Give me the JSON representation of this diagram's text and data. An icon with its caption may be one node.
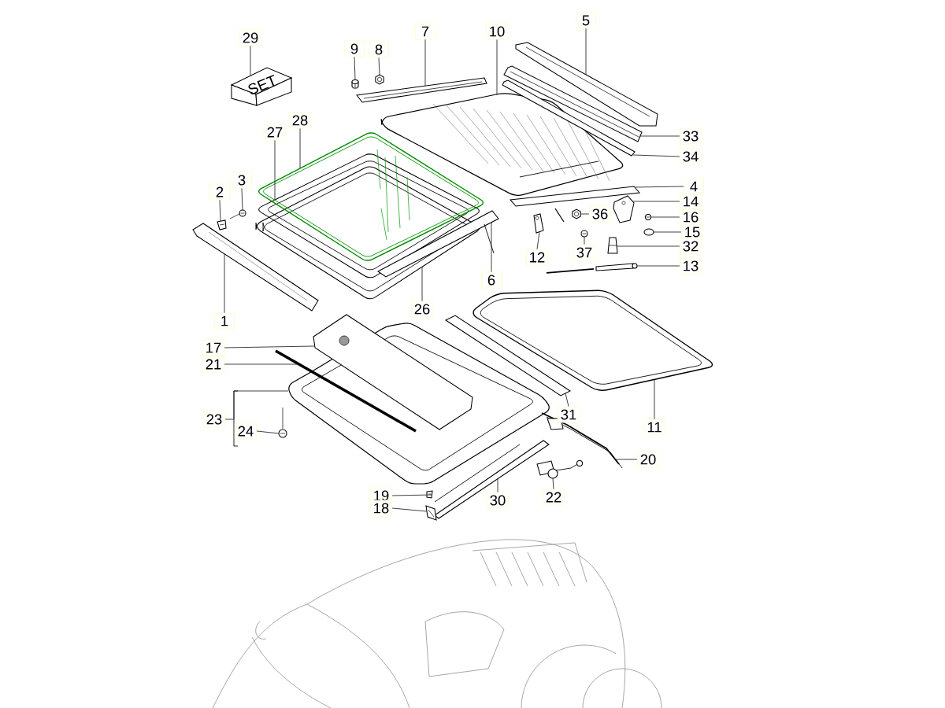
{
  "diagram": {
    "nodes": [
      {
        "text": [
          "29"
        ]
      },
      {
        "text": [
          "9"
        ]
      },
      {
        "text": [
          "8"
        ]
      },
      {
        "text": [
          "7"
        ]
      },
      {
        "text": [
          "10"
        ]
      },
      {
        "text": [
          "5"
        ]
      },
      {
        "text": [
          "27"
        ]
      },
      {
        "text": [
          "28"
        ]
      },
      {
        "text": [
          "33"
        ]
      },
      {
        "text": [
          "34"
        ]
      },
      {
        "text": [
          "3"
        ]
      },
      {
        "text": [
          "2"
        ]
      },
      {
        "text": [
          "4"
        ]
      },
      {
        "text": [
          "14"
        ]
      },
      {
        "text": [
          "36"
        ]
      },
      {
        "text": [
          "16"
        ]
      },
      {
        "text": [
          "15"
        ]
      },
      {
        "text": [
          "12"
        ]
      },
      {
        "text": [
          "37"
        ]
      },
      {
        "text": [
          "32"
        ]
      },
      {
        "text": [
          "6"
        ]
      },
      {
        "text": [
          "13"
        ]
      },
      {
        "text": [
          "26"
        ]
      },
      {
        "text": [
          "1"
        ]
      },
      {
        "text": [
          "17"
        ]
      },
      {
        "text": [
          "21"
        ]
      },
      {
        "text": [
          "23"
        ]
      },
      {
        "text": [
          "24"
        ]
      },
      {
        "text": [
          "31"
        ]
      },
      {
        "text": [
          "11"
        ]
      },
      {
        "text": [
          "20"
        ]
      },
      {
        "text": [
          "30"
        ]
      },
      {
        "text": [
          "22"
        ]
      },
      {
        "text": [
          "19"
        ]
      },
      {
        "text": [
          "18"
        ]
      },
      {
        "text": [],
        "shape": "picture"
      },
      {
        "text": [],
        "shape": "picture"
      },
      {
        "text": [],
        "shape": "picture"
      },
      {
        "text": [],
        "shape": "picture"
      },
      {
        "text": [],
        "shape": "picture"
      },
      {
        "text": [],
        "shape": "picture"
      },
      {
        "text": [],
        "shape": "picture"
      },
      {
        "text": [],
        "shape": "picture"
      },
      {
        "text": [],
        "shape": "picture"
      },
      {
        "text": [],
        "shape": "picture"
      },
      {
        "text": [],
        "shape": "picture"
      },
      {
        "text": [],
        "shape": "picture"
      },
      {
        "text": [],
        "shape": "picture"
      },
      {
        "text": [],
        "shape": "picture"
      },
      {
        "text": [],
        "shape": "picture"
      },
      {
        "text": [],
        "shape": "picture"
      },
      {
        "text": [],
        "shape": "picture"
      },
      {
        "text": [],
        "shape": "picture"
      },
      {
        "text": [],
        "shape": "picture"
      },
      {
        "text": [],
        "shape": "picture"
      },
      {
        "text": [],
        "shape": "picture"
      },
      {
        "text": [],
        "shape": "picture"
      },
      {
        "text": [],
        "shape": "picture"
      },
      {
        "text": [],
        "shape": "picture"
      },
      {
        "text": [],
        "shape": "picture"
      },
      {
        "text": [],
        "shape": "picture"
      },
      {
        "text": [],
        "shape": "picture"
      },
      {
        "text": [],
        "shape": "picture"
      },
      {
        "text": [],
        "shape": "picture"
      },
      {
        "text": [],
        "shape": "picture"
      },
      {
        "text": [],
        "shape": "picture"
      },
      {
        "text": [],
        "shape": "picture"
      },
      {
        "text": [],
        "shape": "picture"
      },
      {
        "text": [],
        "shape": "picture"
      },
      {
        "text": [],
        "shape": "picture"
      }
    ],
    "edges": [
      {
        "from": 0,
        "to": 35,
        "arrow": "none"
      },
      {
        "from": 1,
        "to": 36,
        "arrow": "none"
      },
      {
        "from": 2,
        "to": 37,
        "arrow": "none"
      },
      {
        "from": 3,
        "to": 38,
        "arrow": "none"
      },
      {
        "from": 4,
        "to": 39,
        "arrow": "none"
      },
      {
        "from": 5,
        "to": 40,
        "arrow": "none"
      },
      {
        "from": 6,
        "to": 41,
        "arrow": "none"
      },
      {
        "from": 7,
        "to": 42,
        "arrow": "none"
      },
      {
        "from": 8,
        "to": 43,
        "arrow": "none"
      },
      {
        "from": 9,
        "to": 44,
        "arrow": "none"
      },
      {
        "from": 10,
        "to": 45,
        "arrow": "none"
      },
      {
        "from": 11,
        "to": 46,
        "arrow": "none"
      },
      {
        "from": 12,
        "to": 47,
        "arrow": "none"
      },
      {
        "from": 13,
        "to": 48,
        "arrow": "none"
      },
      {
        "from": 14,
        "to": 49,
        "arrow": "none"
      },
      {
        "from": 15,
        "to": 50,
        "arrow": "none"
      },
      {
        "from": 16,
        "to": 51,
        "arrow": "none"
      },
      {
        "from": 17,
        "to": 52,
        "arrow": "none"
      },
      {
        "from": 18,
        "to": 53,
        "arrow": "none"
      },
      {
        "from": 19,
        "to": 54,
        "arrow": "none"
      },
      {
        "from": 20,
        "to": 55,
        "arrow": "none"
      },
      {
        "from": 21,
        "to": 56,
        "arrow": "none"
      },
      {
        "from": 22,
        "to": 57,
        "arrow": "none"
      },
      {
        "from": 23,
        "to": 58,
        "arrow": "none"
      },
      {
        "from": 24,
        "to": 59,
        "arrow": "none"
      },
      {
        "from": 25,
        "to": 60,
        "arrow": "none"
      },
      {
        "from": 26,
        "to": 61,
        "arrow": "none"
      },
      {
        "from": 27,
        "to": 62,
        "arrow": "none"
      },
      {
        "from": 28,
        "to": 63,
        "arrow": "none"
      },
      {
        "from": 29,
        "to": 64,
        "arrow": "none"
      },
      {
        "from": 30,
        "to": 65,
        "arrow": "none"
      },
      {
        "from": 31,
        "to": 66,
        "arrow": "none"
      },
      {
        "from": 32,
        "to": 67,
        "arrow": "none"
      },
      {
        "from": 33,
        "to": 68,
        "arrow": "none"
      },
      {
        "from": 34,
        "to": 69,
        "arrow": "none"
      }
    ],
    "labels": [
      "SET"
    ]
  }
}
